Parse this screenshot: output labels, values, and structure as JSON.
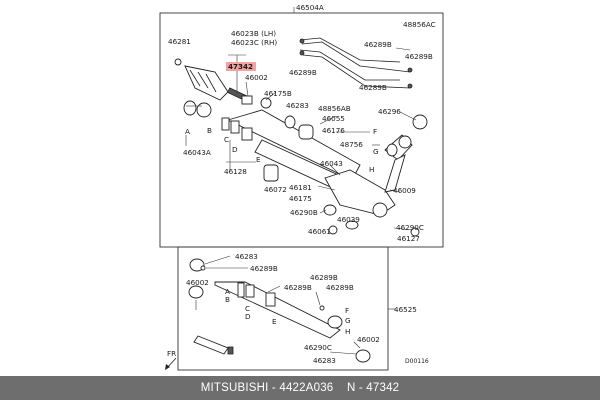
{
  "highlight_color": "#f4a3a3",
  "footer": {
    "brand": "MITSUBISHI",
    "sep1": " - ",
    "part_number": "4422A036",
    "sep2": "    N - ",
    "ref_number": "47342"
  },
  "labels": {
    "p46504A": "46504A",
    "p46023B": "46023B (LH)",
    "p46023C": "46023C (RH)",
    "p46281": "46281",
    "p47342": "47342",
    "p46002_top": "46002",
    "p46175B": "46175B",
    "p46283_top": "46283",
    "p46055": "46055",
    "p46176": "46176",
    "p48756": "48756",
    "p46043A": "46043A",
    "p46128": "46128",
    "p46072": "46072",
    "p46043": "46043",
    "p46181": "46181",
    "p46175": "46175",
    "p46290B": "46290B",
    "p46061": "46061",
    "p46039": "46039",
    "p46290C_top": "46290C",
    "p46127": "46127",
    "p46009": "46009",
    "p46296": "46296",
    "p48856AC": "48856AC",
    "p46289B_a": "46289B",
    "p46289B_b": "46289B",
    "p46289B_c": "46289B",
    "p46289B_d": "46289B",
    "p48856AB": "48856AB",
    "letter_A": "A",
    "letter_B": "B",
    "letter_C": "C",
    "letter_D": "D",
    "letter_E": "E",
    "letter_F": "F",
    "letter_G": "G",
    "letter_H": "H",
    "p46283_b1": "46283",
    "p46289B_b1": "46289B",
    "p46002_b": "46002",
    "p46289B_b2": "46289B",
    "p46289B_b3": "46289B",
    "p46289B_b4": "46289B",
    "p46525": "46525",
    "p46002_b2": "46002",
    "p46290C_b": "46290C",
    "p46283_b2": "46283",
    "b_letter_A": "A",
    "b_letter_B": "B",
    "b_letter_C": "C",
    "b_letter_D": "D",
    "b_letter_E": "E",
    "b_letter_F": "F",
    "b_letter_G": "G",
    "b_letter_H": "H",
    "fr": "FR",
    "code": "D00116"
  }
}
